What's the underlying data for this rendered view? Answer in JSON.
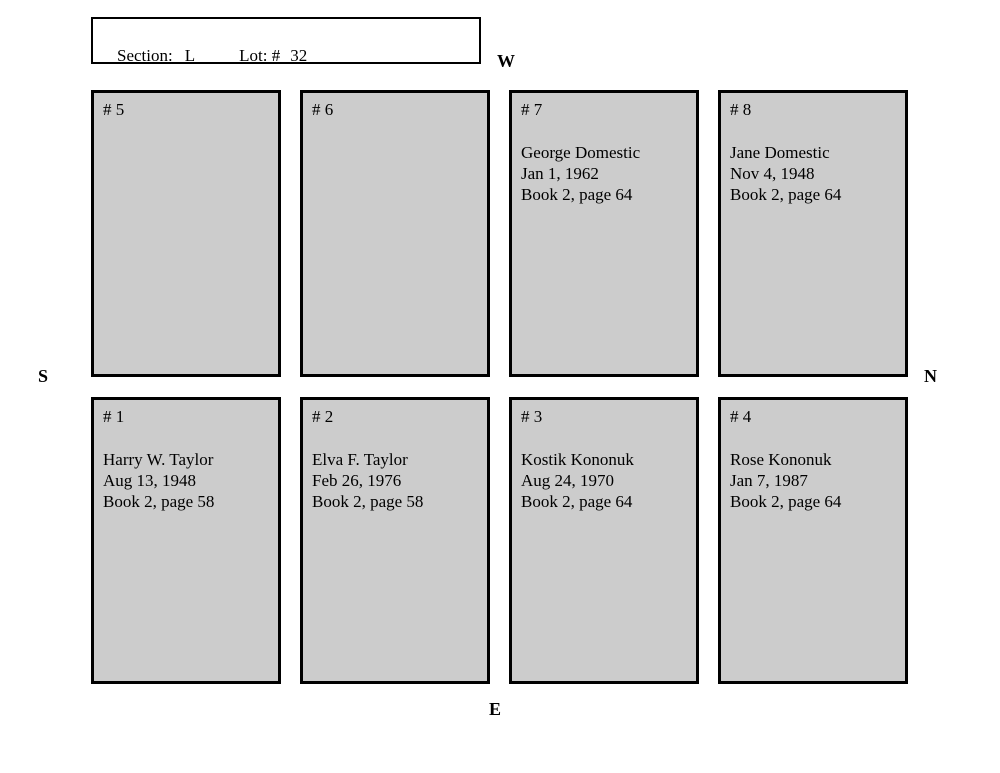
{
  "header": {
    "section_label": "Section:",
    "section_value": "L",
    "lot_label": "Lot: #",
    "lot_value": "32"
  },
  "compass": {
    "west": "W",
    "south": "S",
    "north": "N",
    "east": "E"
  },
  "plots": [
    {
      "number": "# 5",
      "name": "",
      "date": "",
      "book": ""
    },
    {
      "number": "# 6",
      "name": "",
      "date": "",
      "book": ""
    },
    {
      "number": "# 7",
      "name": "George Domestic",
      "date": "Jan 1, 1962",
      "book": "Book 2, page 64"
    },
    {
      "number": "# 8",
      "name": "Jane Domestic",
      "date": "Nov 4, 1948",
      "book": "Book 2, page 64"
    },
    {
      "number": "# 1",
      "name": "Harry W. Taylor",
      "date": "Aug 13, 1948",
      "book": "Book 2, page 58"
    },
    {
      "number": "# 2",
      "name": "Elva F. Taylor",
      "date": "Feb 26, 1976",
      "book": "Book 2, page 58"
    },
    {
      "number": "# 3",
      "name": "Kostik Kononuk",
      "date": "Aug 24, 1970",
      "book": "Book 2, page 64"
    },
    {
      "number": "# 4",
      "name": "Rose Kononuk",
      "date": "Jan 7, 1987",
      "book": "Book 2, page 64"
    }
  ],
  "colors": {
    "plot_fill": "#cccccc",
    "border": "#000000",
    "background": "#ffffff"
  }
}
